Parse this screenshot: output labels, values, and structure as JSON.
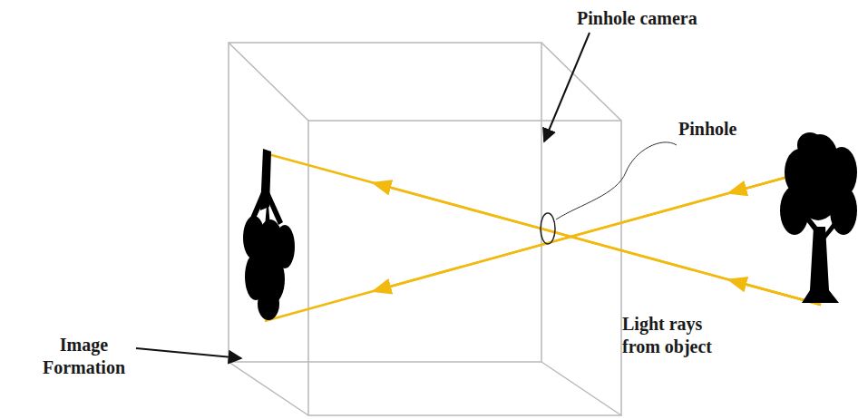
{
  "diagram": {
    "labels": [
      "Pinhole camera",
      "Pinhole",
      "Image Formation",
      "Light rays from object"
    ]
  }
}
